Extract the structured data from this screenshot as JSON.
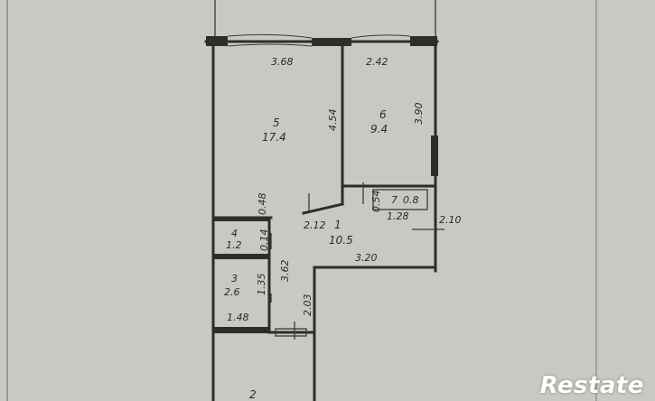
{
  "rooms": {
    "r5": {
      "number": "5",
      "area": "17.4"
    },
    "r6": {
      "number": "6",
      "area": "9.4"
    },
    "r7": {
      "number": "7",
      "area": "0.8"
    },
    "r1": {
      "number": "1",
      "area": "10.5"
    },
    "r4": {
      "number": "4",
      "area": "1.2"
    },
    "r3": {
      "number": "3",
      "area": "2.6"
    },
    "r2": {
      "number": "2"
    }
  },
  "dimensions": {
    "top_left": "3.68",
    "top_right": "2.42",
    "right_room6": "3.90",
    "room5_height": "4.54",
    "room5_lower": "0.48",
    "hall_mid": "2.12",
    "small_054": "0.54",
    "hall_1_28": "1.28",
    "right_210": "2.10",
    "hall_bottom": "3.20",
    "hall_height": "3.62",
    "wc_014": "0.14",
    "bath_width": "1.35",
    "corridor": "2.03",
    "bath_bottom": "1.48"
  },
  "watermark": "Restate"
}
